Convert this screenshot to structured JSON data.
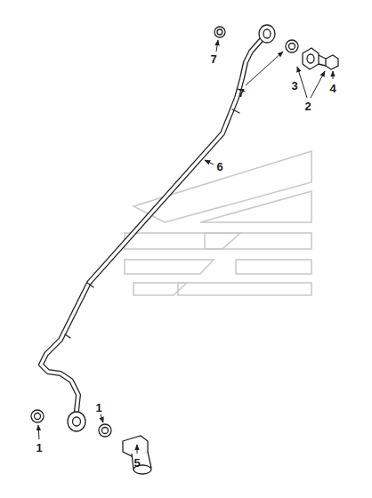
{
  "diagram": {
    "labels": [
      "7",
      "7",
      "3",
      "4",
      "2",
      "6",
      "1",
      "1",
      "5"
    ]
  }
}
